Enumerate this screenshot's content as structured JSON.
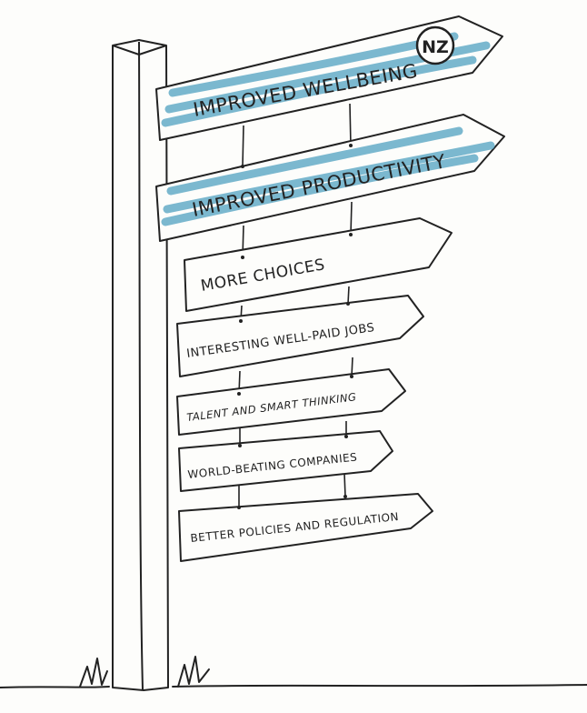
{
  "badge": {
    "label": "NZ"
  },
  "signs": [
    {
      "label": "IMPROVED WELLBEING",
      "highlight": true
    },
    {
      "label": "IMPROVED PRODUCTIVITY",
      "highlight": true
    },
    {
      "label": "MORE CHOICES",
      "highlight": false
    },
    {
      "label": "INTERESTING WELL-PAID JOBS",
      "highlight": false
    },
    {
      "label": "TALENT AND SMART THINKING",
      "highlight": false
    },
    {
      "label": "WORLD-BEATING COMPANIES",
      "highlight": false
    },
    {
      "label": "BETTER POLICIES AND REGULATION",
      "highlight": false
    }
  ],
  "colors": {
    "ink": "#222222",
    "accent": "#5aa6c4",
    "paper": "#fdfdfb"
  }
}
